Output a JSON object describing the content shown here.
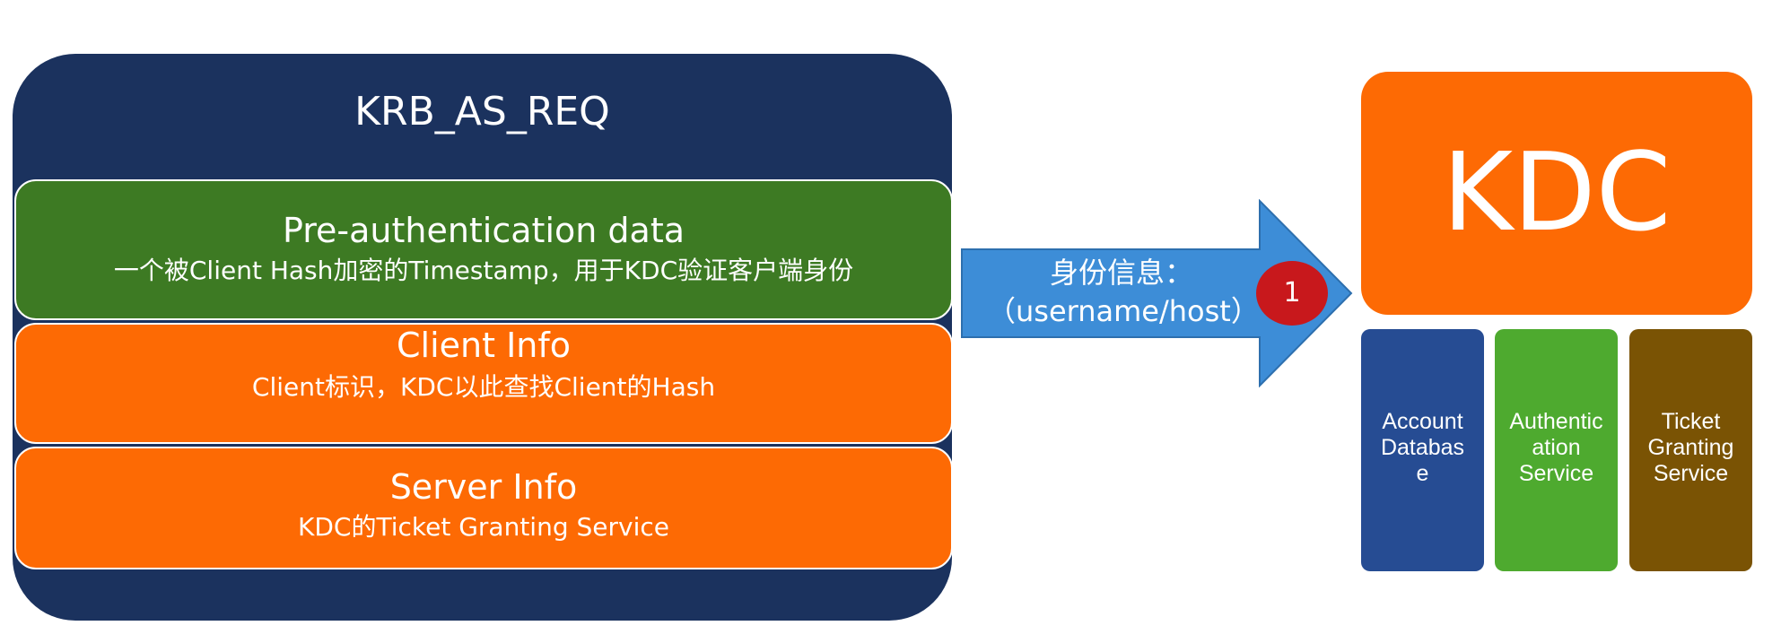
{
  "request": {
    "title": "KRB_AS_REQ",
    "sections": [
      {
        "title": "Pre-authentication data",
        "subtitle": "一个被Client Hash加密的Timestamp，用于KDC验证客户端身份"
      },
      {
        "title": "Client Info",
        "subtitle": "Client标识，KDC以此查找Client的Hash"
      },
      {
        "title": "Server Info",
        "subtitle": "KDC的Ticket Granting Service"
      }
    ]
  },
  "arrow": {
    "line1": "身份信息：",
    "line2": "（username/host）",
    "step": "1"
  },
  "kdc": {
    "title": "KDC",
    "services": [
      {
        "lines": [
          "Account",
          "Databas",
          "e"
        ]
      },
      {
        "lines": [
          "Authentic",
          "ation",
          "Service"
        ]
      },
      {
        "lines": [
          "Ticket",
          "Granting",
          "Service"
        ]
      }
    ]
  },
  "colors": {
    "navy": "#1b325e",
    "green": "#3d7a23",
    "orange": "#fd6a04",
    "arrow_blue": "#3d8dd7",
    "badge_red": "#c8181c",
    "account_blue": "#264c93",
    "auth_green": "#4eaa2f",
    "ticket_brown": "#7a5304"
  }
}
